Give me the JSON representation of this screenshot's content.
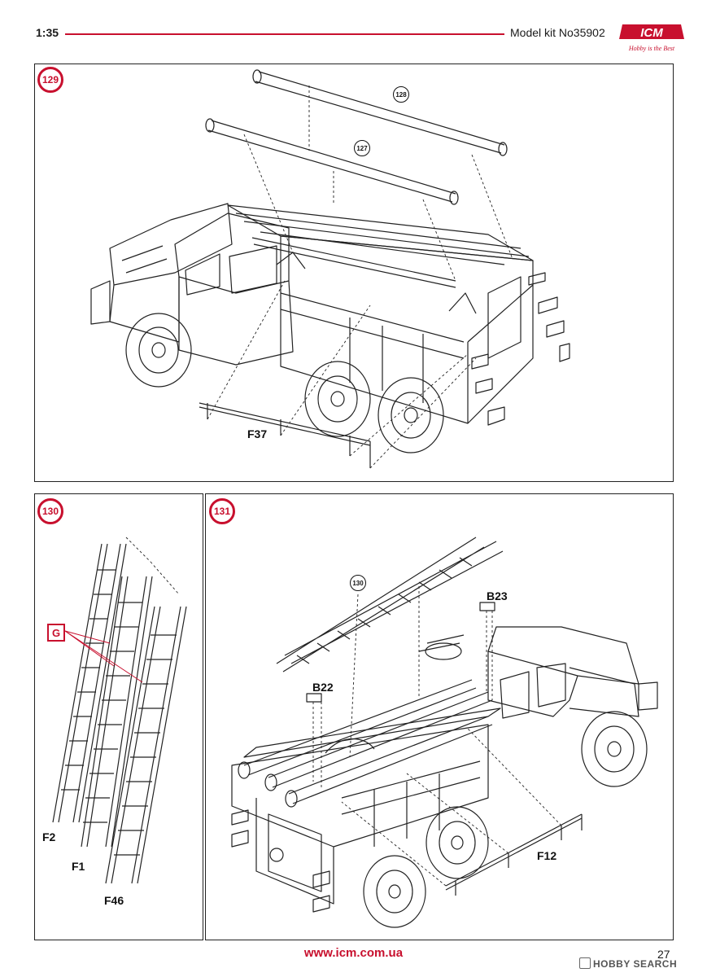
{
  "header": {
    "scale": "1:35",
    "kit_title": "Model kit No35902",
    "logo_text": "ICM",
    "logo_tagline": "Hobby is the Best"
  },
  "steps": {
    "s129": {
      "number": "129",
      "refs": [
        "128",
        "127"
      ],
      "parts": [
        "F37"
      ]
    },
    "s130": {
      "number": "130",
      "callout": "G",
      "parts": [
        "F2",
        "F1",
        "F46"
      ]
    },
    "s131": {
      "number": "131",
      "refs": [
        "130"
      ],
      "parts": [
        "B23",
        "B22",
        "F12"
      ]
    }
  },
  "footer": {
    "url": "www.icm.com.ua",
    "page_number": "27",
    "watermark": "HOBBY SEARCH"
  }
}
